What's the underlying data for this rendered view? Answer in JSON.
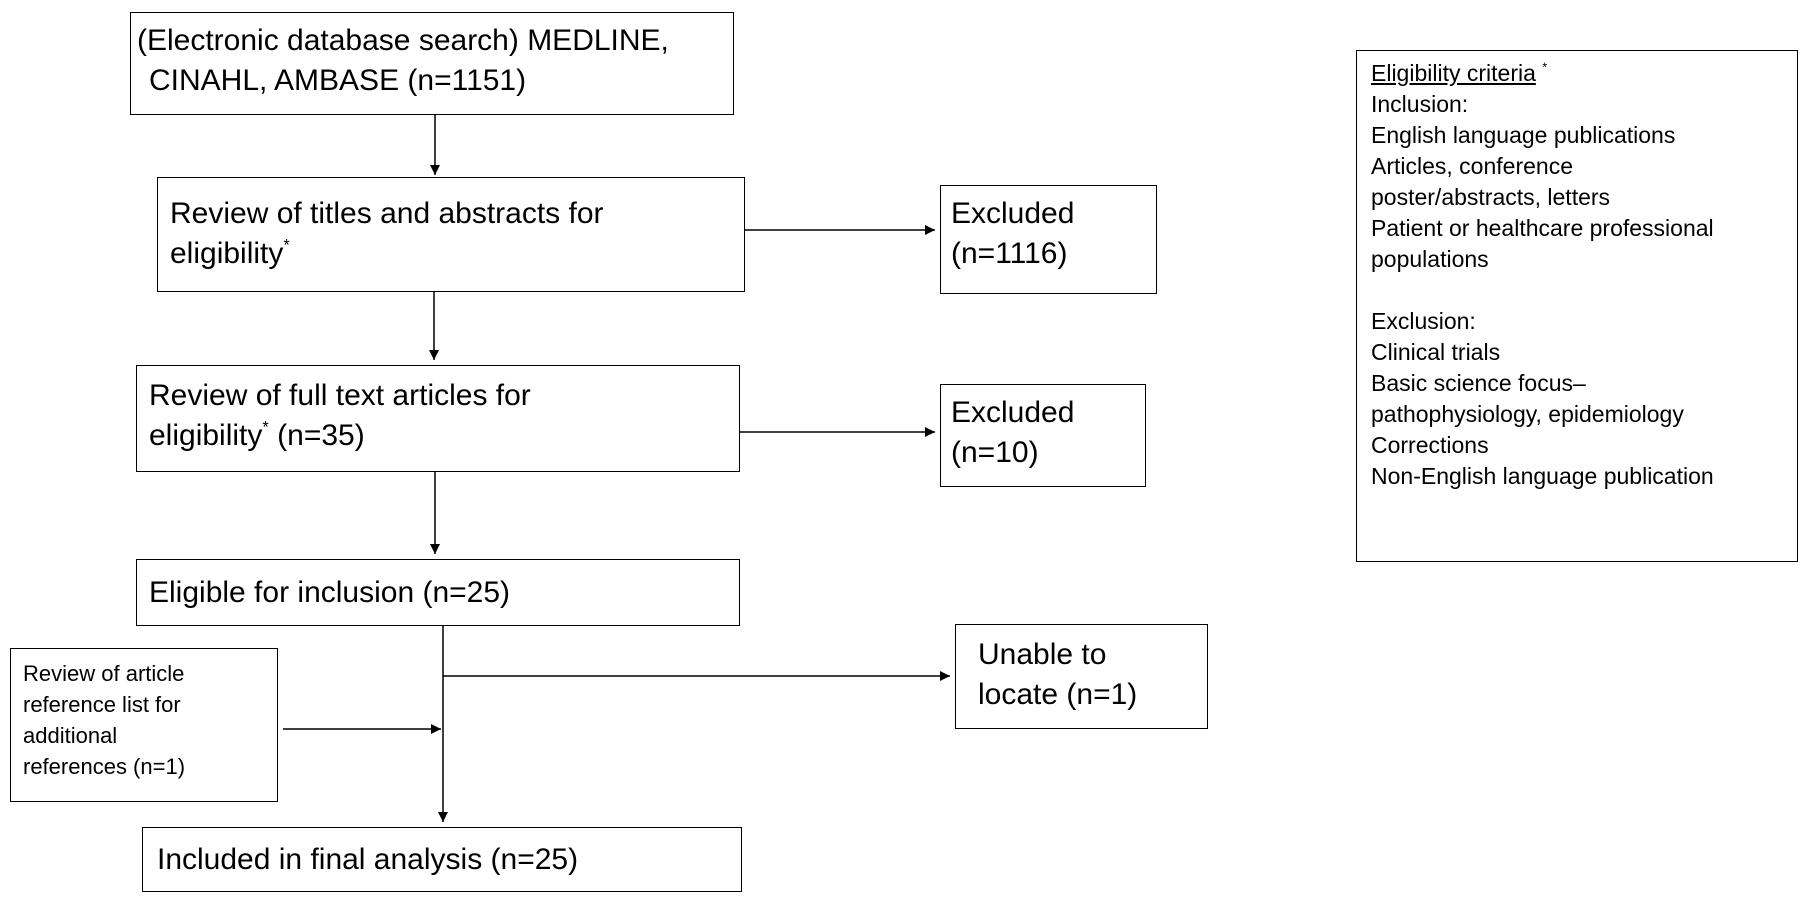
{
  "flow": {
    "search": {
      "line1": "(Electronic database search) MEDLINE,",
      "line2": "CINAHL, AMBASE (n=1151)"
    },
    "review_titles": {
      "line1": "Review of titles and abstracts for",
      "line2": "eligibility",
      "mark": "*"
    },
    "excluded_1": {
      "line1": "Excluded",
      "line2": "(n=1116)"
    },
    "review_full": {
      "line1": "Review of full text articles for",
      "line2a": "eligibility",
      "mark": "*",
      "line2b": " (n=35)"
    },
    "excluded_2": {
      "line1": "Excluded",
      "line2": "(n=10)"
    },
    "eligible": {
      "text": "Eligible for inclusion (n=25)"
    },
    "unable": {
      "line1": "Unable to",
      "line2": "locate (n=1)"
    },
    "reference_review": {
      "lines": [
        "Review of article",
        "reference list for",
        "additional",
        "references  (n=1)"
      ]
    },
    "included": {
      "text": "Included in final analysis (n=25)"
    }
  },
  "criteria": {
    "heading": "Eligibility  criteria",
    "mark": "*",
    "inclusion_label": "Inclusion:",
    "inclusion": [
      "English language publications",
      "Articles, conference",
      "poster/abstracts, letters",
      "Patient or healthcare professional",
      "populations"
    ],
    "exclusion_label": "Exclusion:",
    "exclusion": [
      "Clinical trials",
      "Basic science focus–",
      "pathophysiology, epidemiology",
      "Corrections",
      "Non-English language publication"
    ]
  }
}
